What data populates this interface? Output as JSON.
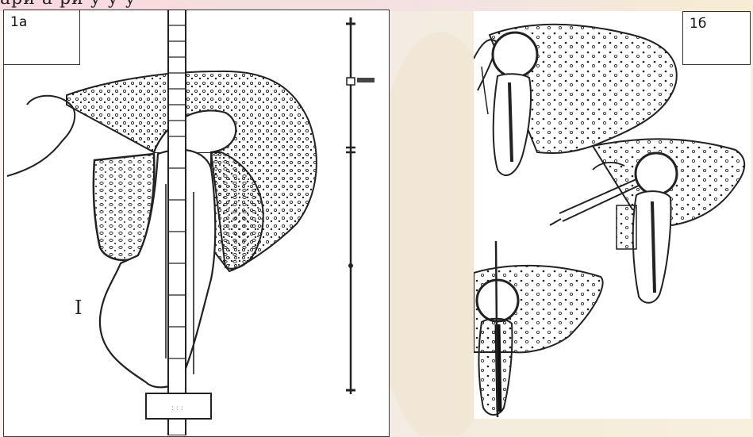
{
  "panels": [
    {
      "id": "panel-a",
      "label": "1а"
    },
    {
      "id": "panel-b",
      "label": "1б"
    }
  ],
  "figure": {
    "annotation_roman": "I",
    "top_text_fragment": "ари   а   ри        у   у   у"
  },
  "colors": {
    "line": "#1a1a1a",
    "panel_bg": "#ffffff",
    "background_accent": "#f4e7c8"
  }
}
